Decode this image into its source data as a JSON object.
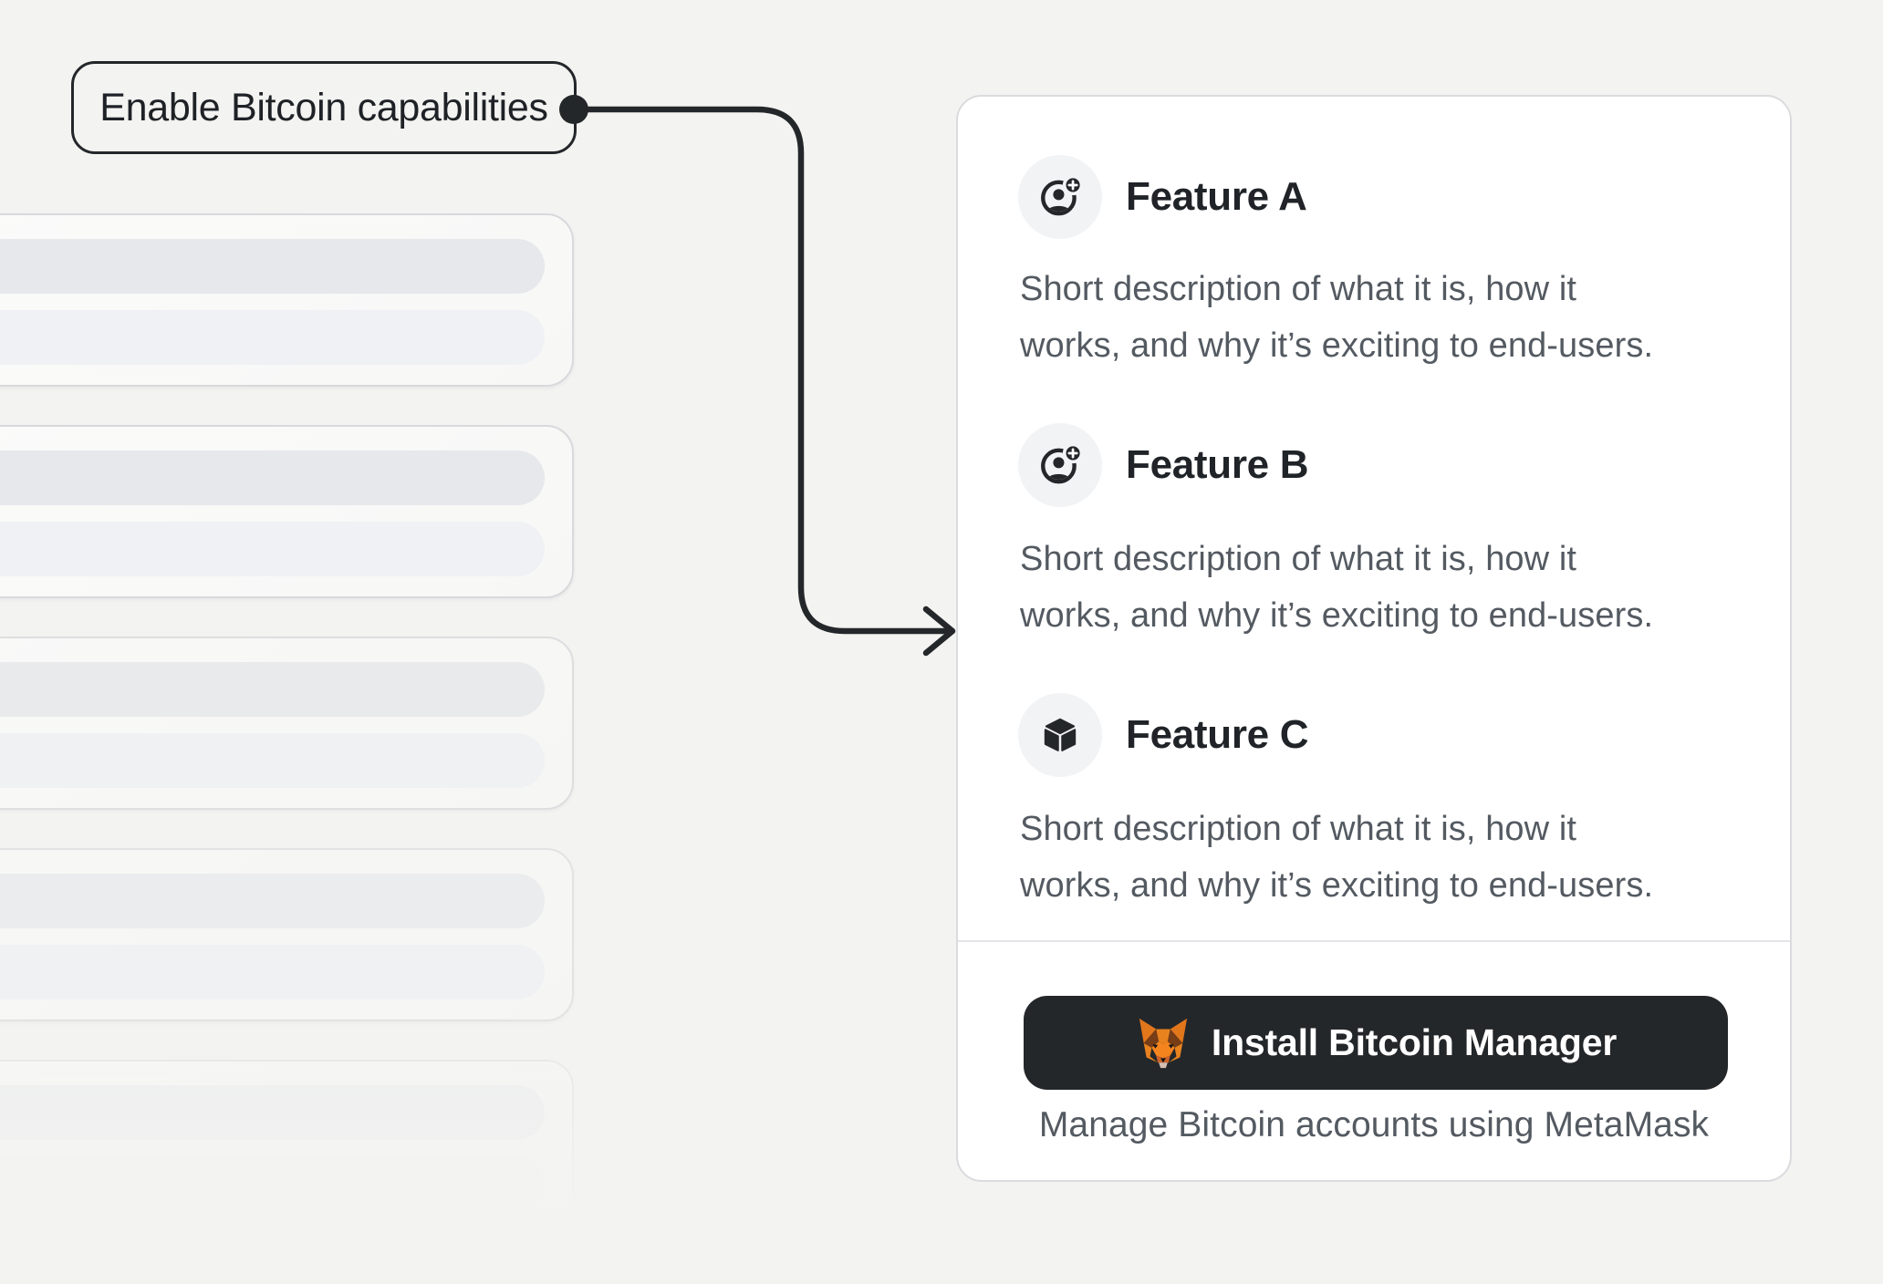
{
  "annotation": {
    "label": "Enable Bitcoin capabilities"
  },
  "skeleton": {
    "card_count": 5,
    "bars_per_card": 2
  },
  "features": [
    {
      "icon": "user-add-icon",
      "title": "Feature A",
      "description_line1": "Short description of what it is, how it",
      "description_line2": "works, and why it’s exciting to end-users."
    },
    {
      "icon": "user-add-icon",
      "title": "Feature B",
      "description_line1": "Short description of what it is, how it",
      "description_line2": "works, and why it’s exciting to end-users."
    },
    {
      "icon": "cube-icon",
      "title": "Feature C",
      "description_line1": "Short description of what it is, how it",
      "description_line2": "works, and why it’s exciting to end-users."
    }
  ],
  "install": {
    "button_label": "Install Bitcoin Manager",
    "button_icon": "metamask-fox-icon",
    "caption": "Manage Bitcoin accounts using MetaMask"
  },
  "colors": {
    "page_bg": "#f3f3f1",
    "ink": "#24272a",
    "text_secondary": "#545a61",
    "card_bg": "#ffffff",
    "card_border": "#dadbde",
    "icon_circle_bg": "#f2f3f5",
    "skeleton_bar_dark": "#e7e8ec",
    "skeleton_bar_light": "#eff1f4",
    "button_bg": "#24272a",
    "button_text": "#ffffff",
    "fox_orange": "#e8821e",
    "divider": "#e4e5e8"
  }
}
